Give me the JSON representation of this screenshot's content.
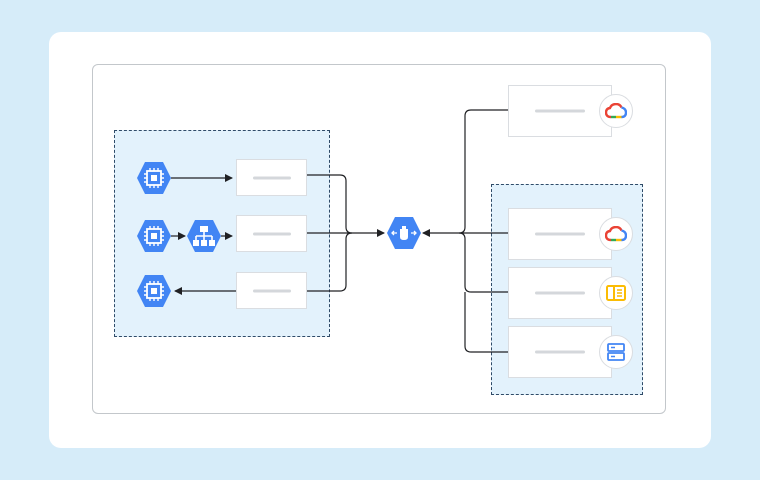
{
  "colors": {
    "background": "#d6ecf9",
    "card": "#ffffff",
    "group_fill": "#e3f2fc",
    "group_border": "#2f4b68",
    "hex_blue": "#4285f4",
    "connector": "#202124",
    "placeholder_bar": "#d4d7db"
  },
  "icons": {
    "compute_engine": "compute-engine-icon",
    "load_balancer": "load-balancer-icon",
    "cloud_endpoints": "cloud-endpoints-icon",
    "google_cloud": "google-cloud-logo-icon",
    "docs": "document-icon",
    "server": "server-storage-icon"
  },
  "diagram": {
    "left_group_rows": [
      {
        "icons": [
          "compute-engine-icon"
        ],
        "direction": "outbound"
      },
      {
        "icons": [
          "compute-engine-icon",
          "load-balancer-icon"
        ],
        "direction": "outbound"
      },
      {
        "icons": [
          "compute-engine-icon"
        ],
        "direction": "inbound"
      }
    ],
    "hub": "cloud-endpoints-icon",
    "right_nodes": [
      {
        "badge": "google-cloud-logo-icon",
        "grouped": false
      },
      {
        "badge": "google-cloud-logo-icon",
        "grouped": true
      },
      {
        "badge": "document-icon",
        "grouped": true
      },
      {
        "badge": "server-storage-icon",
        "grouped": true
      }
    ]
  }
}
